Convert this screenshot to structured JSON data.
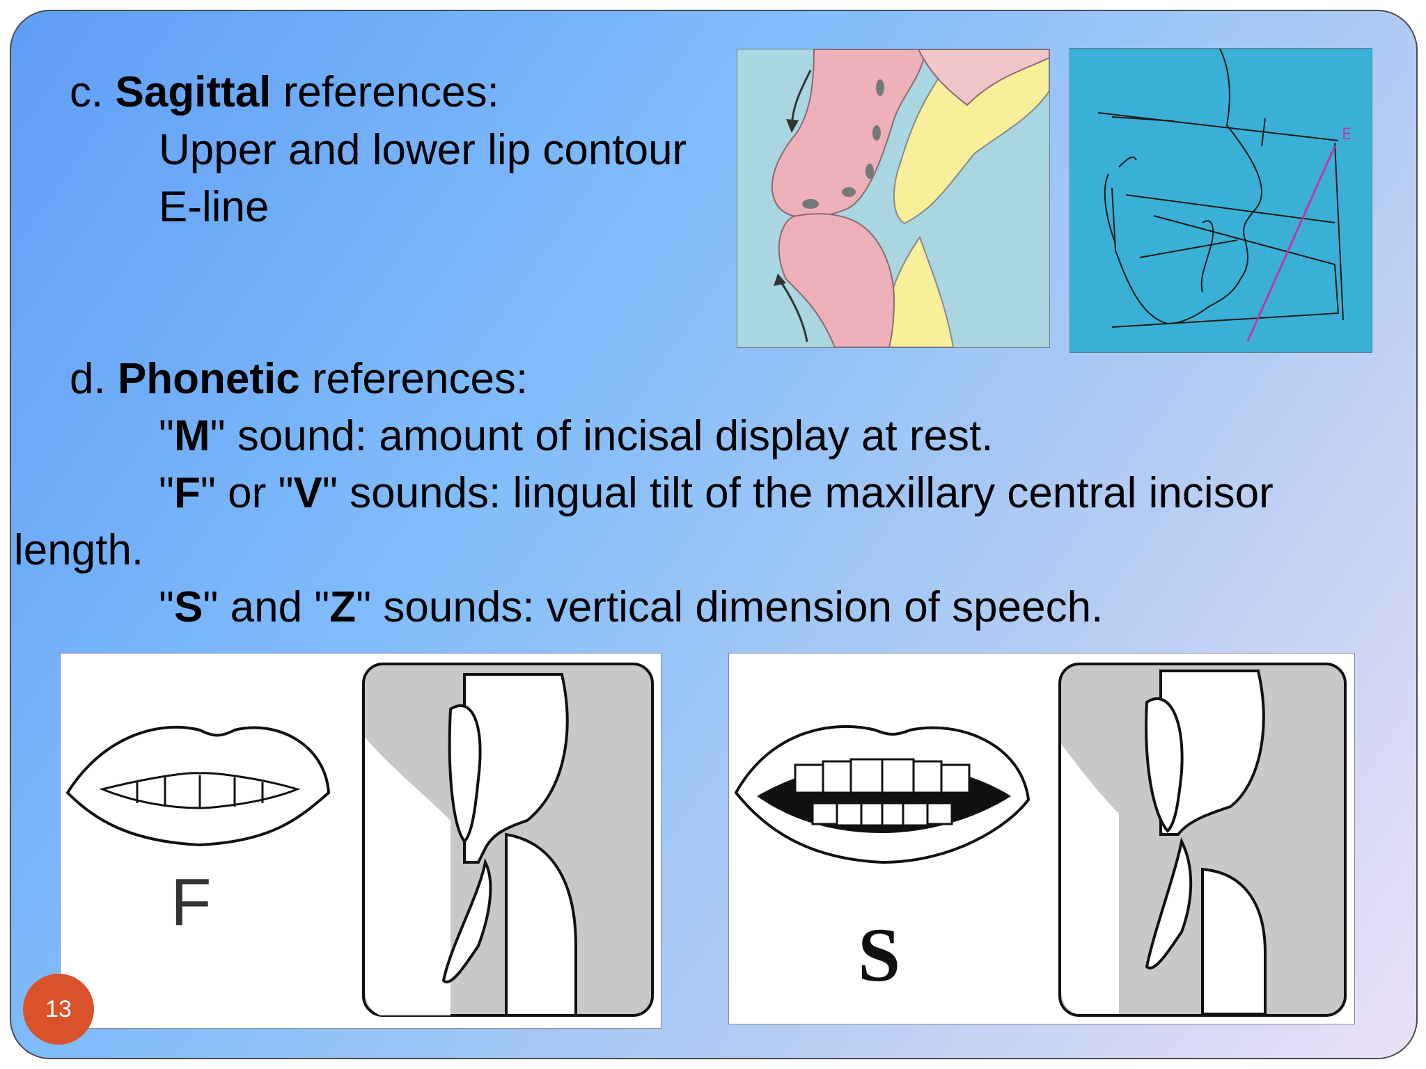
{
  "section_c": {
    "prefix": "c.",
    "title": "Sagittal",
    "suffix": "references:",
    "items": [
      "Upper and lower lip contour",
      "E-line"
    ]
  },
  "section_d": {
    "prefix": "d.",
    "title": "Phonetic",
    "suffix": "references:",
    "m_line": {
      "q1": "\"",
      "letter": "M",
      "q2": "\"",
      "rest": " sound: amount of incisal display at rest."
    },
    "fv_line": {
      "q1": "\"",
      "letter1": "F",
      "mid": "\" or \"",
      "letter2": "V",
      "rest": "\" sounds:  lingual tilt of the maxillary central incisor",
      "cont": "length."
    },
    "sz_line": {
      "q1": "\"",
      "letter1": "S",
      "mid": "\" and \"",
      "letter2": "Z",
      "rest": "\" sounds: vertical dimension of speech."
    }
  },
  "figures": {
    "eline_label": "E",
    "f_label": "F",
    "s_label": "S"
  },
  "page_number": "13"
}
